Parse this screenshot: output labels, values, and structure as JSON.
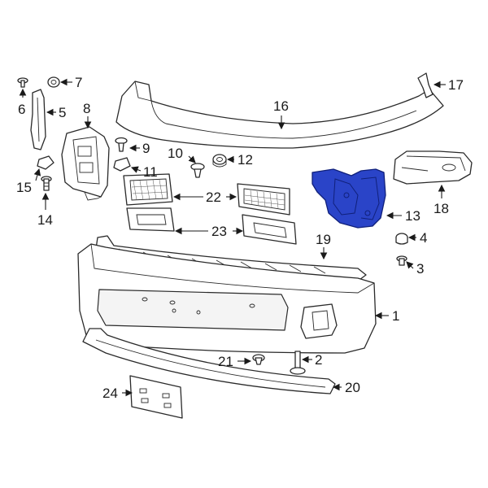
{
  "diagram": {
    "highlight_color": "#2a44c8",
    "callouts": [
      {
        "id": "c1",
        "text": "1"
      },
      {
        "id": "c2",
        "text": "2"
      },
      {
        "id": "c3",
        "text": "3"
      },
      {
        "id": "c4",
        "text": "4"
      },
      {
        "id": "c5",
        "text": "5"
      },
      {
        "id": "c6",
        "text": "6"
      },
      {
        "id": "c7",
        "text": "7"
      },
      {
        "id": "c8",
        "text": "8"
      },
      {
        "id": "c9",
        "text": "9"
      },
      {
        "id": "c10",
        "text": "10"
      },
      {
        "id": "c11",
        "text": "11"
      },
      {
        "id": "c12",
        "text": "12"
      },
      {
        "id": "c13",
        "text": "13"
      },
      {
        "id": "c14",
        "text": "14"
      },
      {
        "id": "c15",
        "text": "15"
      },
      {
        "id": "c16",
        "text": "16"
      },
      {
        "id": "c17",
        "text": "17"
      },
      {
        "id": "c18",
        "text": "18"
      },
      {
        "id": "c19",
        "text": "19"
      },
      {
        "id": "c20",
        "text": "20"
      },
      {
        "id": "c21",
        "text": "21"
      },
      {
        "id": "c22",
        "text": "22"
      },
      {
        "id": "c23",
        "text": "23"
      },
      {
        "id": "c24",
        "text": "24"
      }
    ]
  }
}
